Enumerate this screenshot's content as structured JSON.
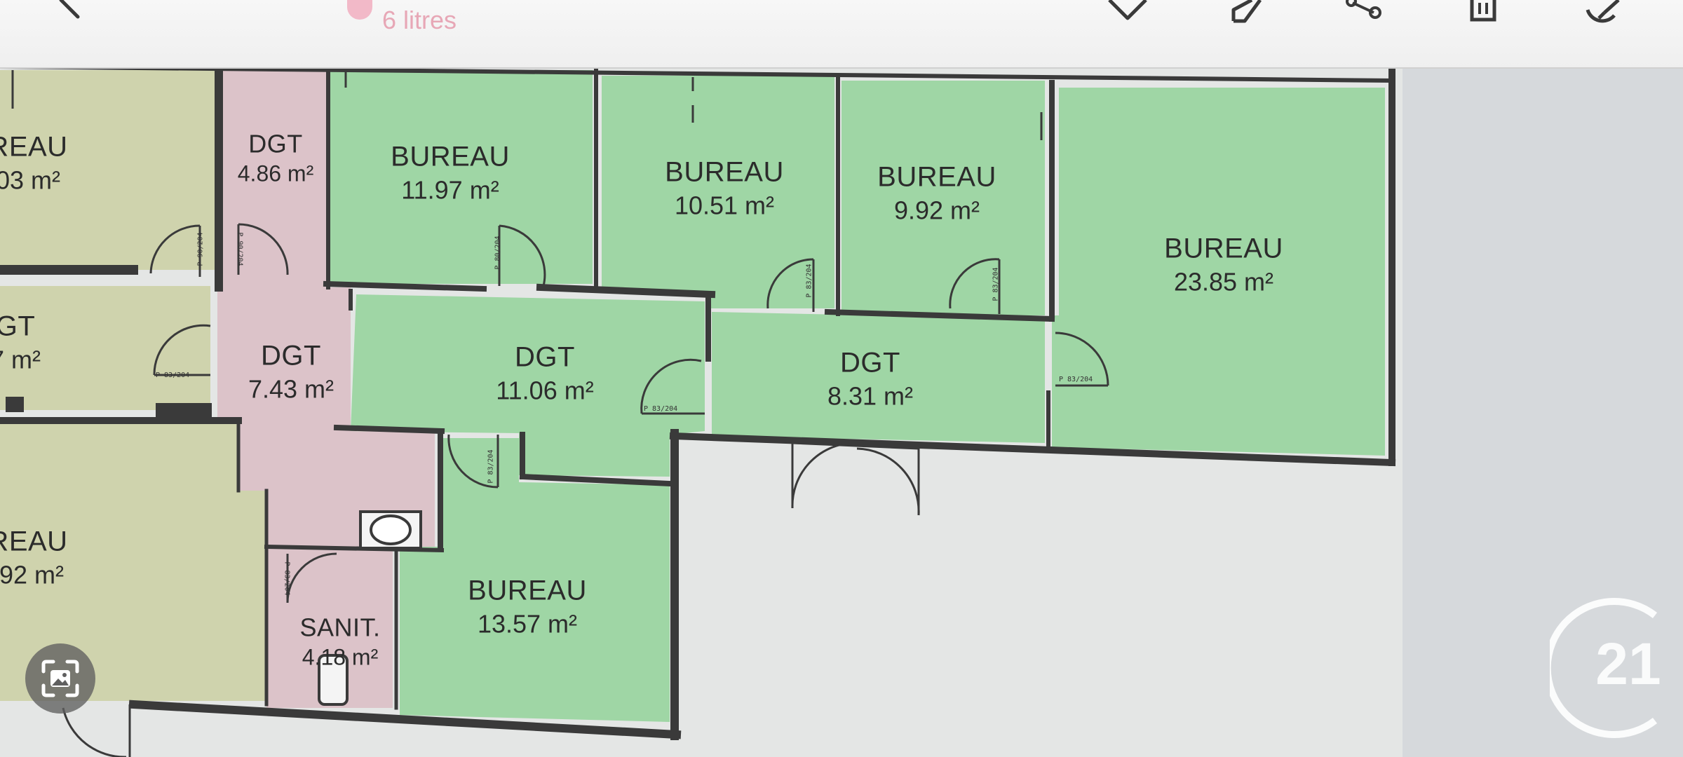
{
  "toolbar": {
    "icons": [
      "back-arrow-icon",
      "heart-icon",
      "edit-pencil-icon",
      "share-icon",
      "trash-icon",
      "rotate-edit-icon"
    ],
    "pill_text": "6 litres"
  },
  "rooms": [
    {
      "id": "bureau-left-top",
      "name": "REAU",
      "area": "03 m²"
    },
    {
      "id": "dgt-pink-top",
      "name": "DGT",
      "area": "4.86 m²"
    },
    {
      "id": "bureau-1197",
      "name": "BUREAU",
      "area": "11.97 m²"
    },
    {
      "id": "bureau-1051",
      "name": "BUREAU",
      "area": "10.51 m²"
    },
    {
      "id": "bureau-992",
      "name": "BUREAU",
      "area": "9.92 m²"
    },
    {
      "id": "bureau-2385",
      "name": "BUREAU",
      "area": "23.85 m²"
    },
    {
      "id": "dgt-left-mid",
      "name": "GT",
      "area": "7 m²"
    },
    {
      "id": "dgt-743",
      "name": "DGT",
      "area": "7.43 m²"
    },
    {
      "id": "dgt-1106",
      "name": "DGT",
      "area": "11.06 m²"
    },
    {
      "id": "dgt-831",
      "name": "DGT",
      "area": "8.31 m²"
    },
    {
      "id": "bureau-left-bottom",
      "name": "REAU",
      "area": ".92 m²"
    },
    {
      "id": "sanit",
      "name": "SANIT.",
      "area": "4.18 m²"
    },
    {
      "id": "bureau-1357",
      "name": "BUREAU",
      "area": "13.57 m²"
    }
  ],
  "door_tags": [
    "P 90/204",
    "P 90/204",
    "P 80/204",
    "P 83/204",
    "P 83/204",
    "P 83/204",
    "P 83/204",
    "P 83/204",
    "P 83/204",
    "P 83/204",
    "P 83/204"
  ],
  "colors": {
    "office_green": "#9fd6a5",
    "corridor_pink": "#dcc3c9",
    "left_beige": "#cfd3ad",
    "wall": "#3a3a3a",
    "background": "#d6d9dc",
    "brand_c21": "#ffffff"
  },
  "logo": {
    "text": "21"
  },
  "floating_button": {
    "icon": "image-scan-icon"
  }
}
